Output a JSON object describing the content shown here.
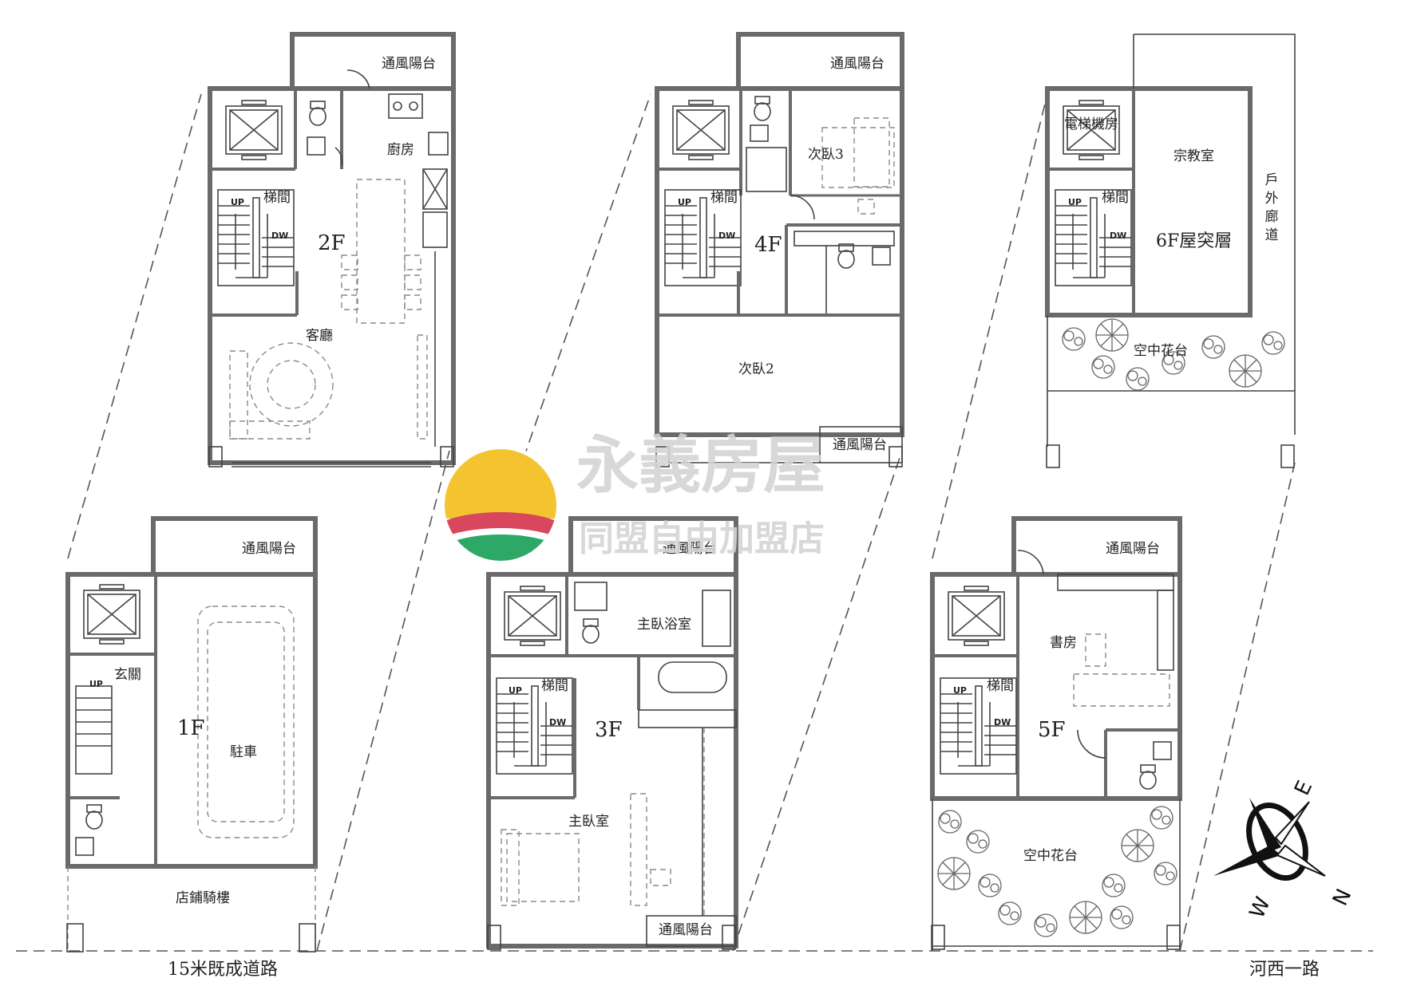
{
  "floors": {
    "f1": {
      "floor_label": "1F",
      "rooms": {
        "vent_balcony": "通風陽台",
        "entrance": "玄關",
        "parking": "駐車",
        "arcade": "店鋪騎樓"
      },
      "stair": {
        "up": "UP"
      }
    },
    "f2": {
      "floor_label": "2F",
      "rooms": {
        "vent_balcony": "通風陽台",
        "kitchen": "廚房",
        "stairwell": "梯間",
        "living": "客廳"
      },
      "stair": {
        "up": "UP",
        "down": "DW"
      }
    },
    "f3": {
      "floor_label": "3F",
      "rooms": {
        "vent_balcony_top": "通風陽台",
        "master_bath": "主臥浴室",
        "stairwell": "梯間",
        "master_bedroom": "主臥室",
        "vent_balcony_bottom": "通風陽台"
      },
      "stair": {
        "up": "UP",
        "down": "DW"
      }
    },
    "f4": {
      "floor_label": "4F",
      "rooms": {
        "vent_balcony_top": "通風陽台",
        "bedroom3": "次臥3",
        "stairwell": "梯間",
        "bedroom2": "次臥2",
        "vent_balcony_bottom": "通風陽台"
      },
      "stair": {
        "up": "UP",
        "down": "DW"
      }
    },
    "f5": {
      "floor_label": "5F",
      "rooms": {
        "vent_balcony": "通風陽台",
        "study": "書房",
        "stairwell": "梯間",
        "sky_garden": "空中花台"
      },
      "stair": {
        "up": "UP",
        "down": "DW"
      }
    },
    "f6": {
      "floor_label": "6F屋突層",
      "rooms": {
        "elevator_room": "電梯機房",
        "shrine_room": "宗教室",
        "stairwell": "梯間",
        "outdoor_corridor": "戶外廊道",
        "sky_garden": "空中花台"
      },
      "stair": {
        "up": "UP",
        "down": "DW"
      }
    }
  },
  "roads": {
    "left": "15米既成道路",
    "right": "河西一路"
  },
  "watermark": {
    "brand": "永義房屋",
    "subtitle": "同盟自由加盟店"
  },
  "compass": {
    "letters": [
      "W",
      "E",
      "N"
    ]
  }
}
